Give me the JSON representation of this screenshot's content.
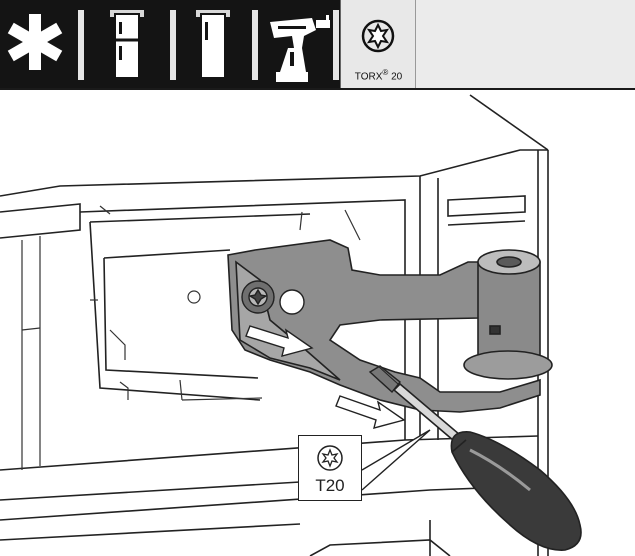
{
  "toolbar": {
    "icons": [
      "asterisk-icon",
      "fridge-freezer-icon",
      "fridge-door-icon",
      "cordless-drill-icon",
      "torx-bit-icon"
    ],
    "torx_brand": "TORX",
    "torx_reg": "®",
    "torx_size": "20"
  },
  "callout": {
    "icon": "torx-screw-icon",
    "label": "T20"
  }
}
